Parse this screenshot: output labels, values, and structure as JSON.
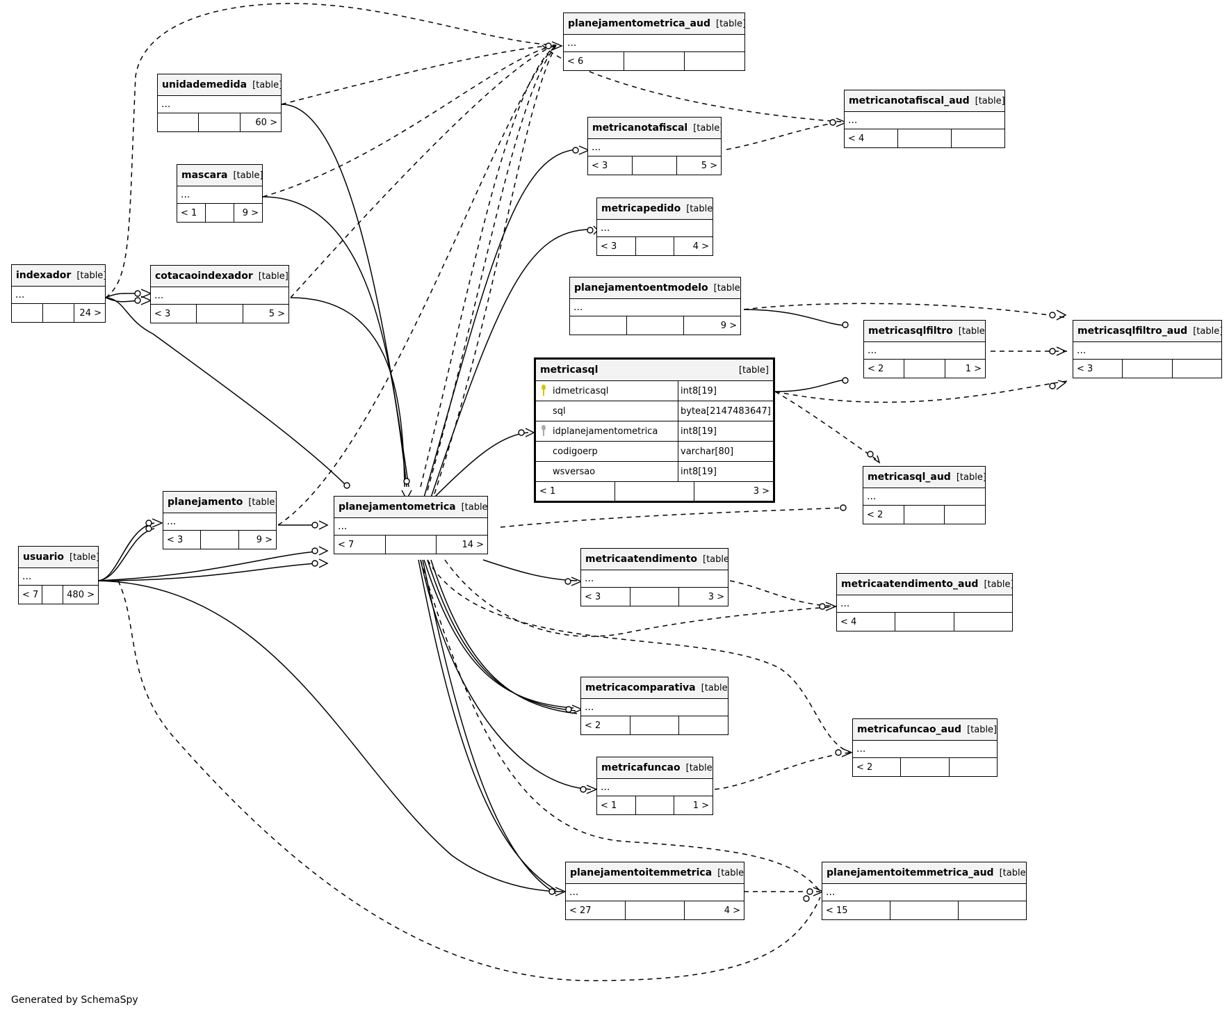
{
  "type_label": "[table]",
  "credit": "Generated by SchemaSpy",
  "tables": {
    "planejamentometrica_aud": {
      "name": "planejamentometrica_aud",
      "body": "...",
      "foot": [
        "< 6",
        "",
        ""
      ]
    },
    "unidademedida": {
      "name": "unidademedida",
      "body": "...",
      "foot": [
        "",
        "",
        "60 >"
      ]
    },
    "metricanotafiscal_aud": {
      "name": "metricanotafiscal_aud",
      "body": "...",
      "foot": [
        "< 4",
        "",
        ""
      ]
    },
    "metricanotafiscal": {
      "name": "metricanotafiscal",
      "body": "...",
      "foot": [
        "< 3",
        "",
        "5 >"
      ]
    },
    "mascara": {
      "name": "mascara",
      "body": "...",
      "foot": [
        "< 1",
        "",
        "9 >"
      ]
    },
    "metricapedido": {
      "name": "metricapedido",
      "body": "...",
      "foot": [
        "< 3",
        "",
        "4 >"
      ]
    },
    "indexador": {
      "name": "indexador",
      "body": "...",
      "foot": [
        "",
        "",
        "24 >"
      ]
    },
    "cotacaoindexador": {
      "name": "cotacaoindexador",
      "body": "...",
      "foot": [
        "< 3",
        "",
        "5 >"
      ]
    },
    "planejamentoentmodelo": {
      "name": "planejamentoentmodelo",
      "body": "...",
      "foot": [
        "",
        "",
        "9 >"
      ]
    },
    "metricasqlfiltro": {
      "name": "metricasqlfiltro",
      "body": "...",
      "foot": [
        "< 2",
        "",
        "1 >"
      ]
    },
    "metricasqlfiltro_aud": {
      "name": "metricasqlfiltro_aud",
      "body": "...",
      "foot": [
        "< 3",
        "",
        ""
      ]
    },
    "metricasql_aud": {
      "name": "metricasql_aud",
      "body": "...",
      "foot": [
        "< 2",
        "",
        ""
      ]
    },
    "planejamento": {
      "name": "planejamento",
      "body": "...",
      "foot": [
        "< 3",
        "",
        "9 >"
      ]
    },
    "planejamentometrica": {
      "name": "planejamentometrica",
      "body": "...",
      "foot": [
        "< 7",
        "",
        "14 >"
      ]
    },
    "usuario": {
      "name": "usuario",
      "body": "...",
      "foot": [
        "< 7",
        "",
        "480 >"
      ]
    },
    "metricaatendimento": {
      "name": "metricaatendimento",
      "body": "...",
      "foot": [
        "< 3",
        "",
        "3 >"
      ]
    },
    "metricaatendimento_aud": {
      "name": "metricaatendimento_aud",
      "body": "...",
      "foot": [
        "< 4",
        "",
        ""
      ]
    },
    "metricacomparativa": {
      "name": "metricacomparativa",
      "body": "...",
      "foot": [
        "< 2",
        "",
        ""
      ]
    },
    "metricafuncao_aud": {
      "name": "metricafuncao_aud",
      "body": "...",
      "foot": [
        "< 2",
        "",
        ""
      ]
    },
    "metricafuncao": {
      "name": "metricafuncao",
      "body": "...",
      "foot": [
        "< 1",
        "",
        "1 >"
      ]
    },
    "planejamentoitemmetrica": {
      "name": "planejamentoitemmetrica",
      "body": "...",
      "foot": [
        "< 27",
        "",
        "4 >"
      ]
    },
    "planejamentoitemmetrica_aud": {
      "name": "planejamentoitemmetrica_aud",
      "body": "...",
      "foot": [
        "< 15",
        "",
        ""
      ]
    }
  },
  "metricasql": {
    "name": "metricasql",
    "columns": [
      {
        "name": "idmetricasql",
        "type": "int8[19]",
        "key": "primary-key-icon"
      },
      {
        "name": "sql",
        "type": "bytea[2147483647]",
        "key": ""
      },
      {
        "name": "idplanejamentometrica",
        "type": "int8[19]",
        "key": "foreign-key-icon"
      },
      {
        "name": "codigoerp",
        "type": "varchar[80]",
        "key": ""
      },
      {
        "name": "wsversao",
        "type": "int8[19]",
        "key": ""
      }
    ],
    "foot": [
      "< 1",
      "",
      "3 >"
    ]
  }
}
